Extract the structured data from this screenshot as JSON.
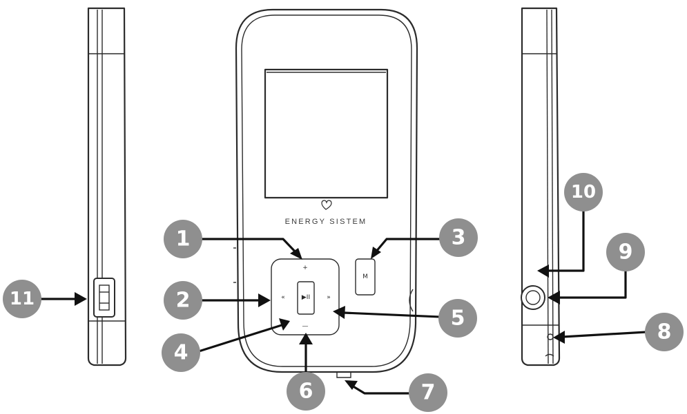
{
  "brand": {
    "text": "ENERGY SISTEM"
  },
  "buttons": {
    "vol_up": "+",
    "vol_down": "—",
    "prev": "«",
    "next": "»",
    "play_pause": "▶II",
    "menu": "M"
  },
  "callouts": [
    {
      "id": "1",
      "label": "1"
    },
    {
      "id": "2",
      "label": "2"
    },
    {
      "id": "3",
      "label": "3"
    },
    {
      "id": "4",
      "label": "4"
    },
    {
      "id": "5",
      "label": "5"
    },
    {
      "id": "6",
      "label": "6"
    },
    {
      "id": "7",
      "label": "7"
    },
    {
      "id": "8",
      "label": "8"
    },
    {
      "id": "9",
      "label": "9"
    },
    {
      "id": "10",
      "label": "10"
    },
    {
      "id": "11",
      "label": "11"
    }
  ],
  "colors": {
    "callout_fill": "#8f8f8f",
    "line": "#2b2b2b",
    "arrow": "#111111"
  },
  "icons": {
    "brand_logo": "heart-icon"
  }
}
